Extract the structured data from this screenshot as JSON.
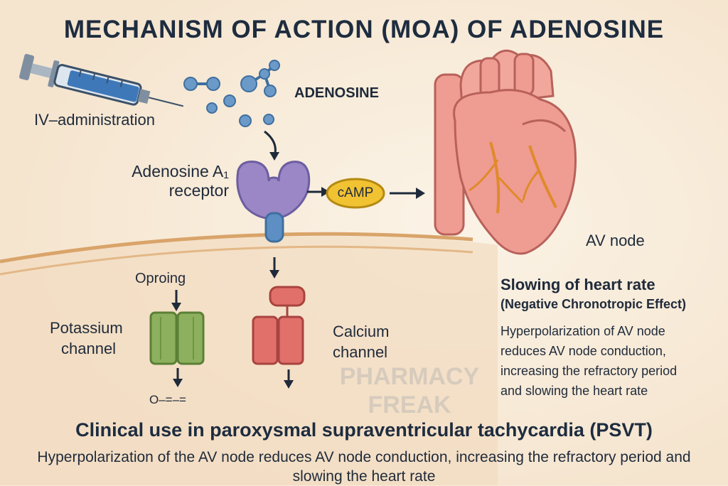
{
  "title": "MECHANISM OF ACTION (MOA) OF ADENOSINE",
  "labels": {
    "iv_administration": "IV–administration",
    "adenosine": "ADENOSINE",
    "receptor_line1": "Adenosine A₁",
    "receptor_line2": "receptor",
    "camp": "cAMP",
    "av_node": "AV node",
    "oproing": "Oproing",
    "potassium_line1": "Potassium",
    "potassium_line2": "channel",
    "calcium_line1": "Calcium",
    "calcium_line2": "channel",
    "ion_symbol": "O–=–="
  },
  "effect": {
    "heading": "Slowing of heart rate",
    "subheading": "(Negative Chronotropic Effect)",
    "lines": [
      "Hyperpolarization of AV node",
      "reduces AV node conduction,",
      "increasing the refractory period",
      "and slowing the heart rate"
    ]
  },
  "watermark": {
    "line1": "PHARMACY",
    "line2": "FREAK"
  },
  "clinical": {
    "heading": "Clinical use in paroxysmal supraventricular tachycardia (PSVT)",
    "body": "Hyperpolarization of the AV node reduces AV node conduction, increasing the refractory period and slowing the heart rate"
  },
  "colors": {
    "background": "#f7ead8",
    "receptor": "#9b86c6",
    "camp": "#f1c232",
    "potassium_channel": "#8db05e",
    "calcium_channel": "#e2706a",
    "heart": "#ef9c92",
    "membrane": "#d9a46a"
  }
}
